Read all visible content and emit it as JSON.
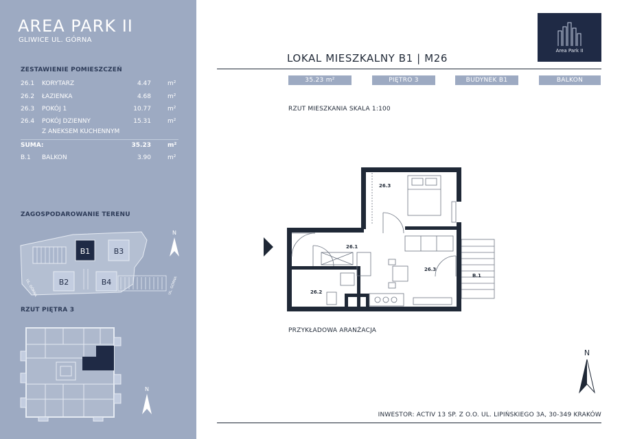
{
  "project": {
    "name": "AREA PARK II",
    "address": "GLIWICE UL. GÓRNA"
  },
  "rooms_table": {
    "heading": "ZESTAWIENIE POMIESZCZEŃ",
    "rows": [
      {
        "no": "26.1",
        "name": "KORYTARZ",
        "area": "4.47",
        "unit": "m²"
      },
      {
        "no": "26.2",
        "name": "ŁAZIENKA",
        "area": "4.68",
        "unit": "m²"
      },
      {
        "no": "26.3",
        "name": "POKÓJ 1",
        "area": "10.77",
        "unit": "m²"
      },
      {
        "no": "26.4",
        "name": "POKÓJ DZIENNY",
        "name2": "Z ANEKSEM KUCHENNYM",
        "area": "15.31",
        "unit": "m²"
      }
    ],
    "sum": {
      "label": "SUMA:",
      "area": "35.23",
      "unit": "m²"
    },
    "balcony": {
      "no": "B.1",
      "name": "BALKON",
      "area": "3.90",
      "unit": "m²"
    }
  },
  "site_plan": {
    "heading": "ZAGOSPODAROWANIE TERENU",
    "buildings": [
      "B1",
      "B3",
      "B2",
      "B4"
    ],
    "street_left": "UL. GÓRNA",
    "street_right": "UL. GÓRNA",
    "north": "N"
  },
  "floor_plan_mini": {
    "heading": "RZUT PIĘTRA 3",
    "north": "N"
  },
  "unit": {
    "title": "LOKAL MIESZKALNY B1 | M26",
    "tags": {
      "area": "35.23 m²",
      "floor": "PIĘTRO 3",
      "building": "BUDYNEK B1",
      "feature": "BALKON"
    },
    "plan_caption": "RZUT MIESZKANIA SKALA 1:100",
    "arrangement_caption": "PRZYKŁADOWA ARANŻACJA",
    "room_labels": {
      "r1": "26.1",
      "r2": "26.2",
      "r3": "26.3",
      "r4": "26.3",
      "balcony": "B.1"
    },
    "north": "N"
  },
  "logo": {
    "text": "Area Park II"
  },
  "footer": {
    "investor": "INWESTOR:  ACTIV 13 SP.  Z O.O. UL. LIPIŃSKIEGO 3A, 30-349 KRAKÓW"
  },
  "colors": {
    "sidebar": "#9daac2",
    "navy": "#1f2a45",
    "dark": "#2c3a57"
  }
}
